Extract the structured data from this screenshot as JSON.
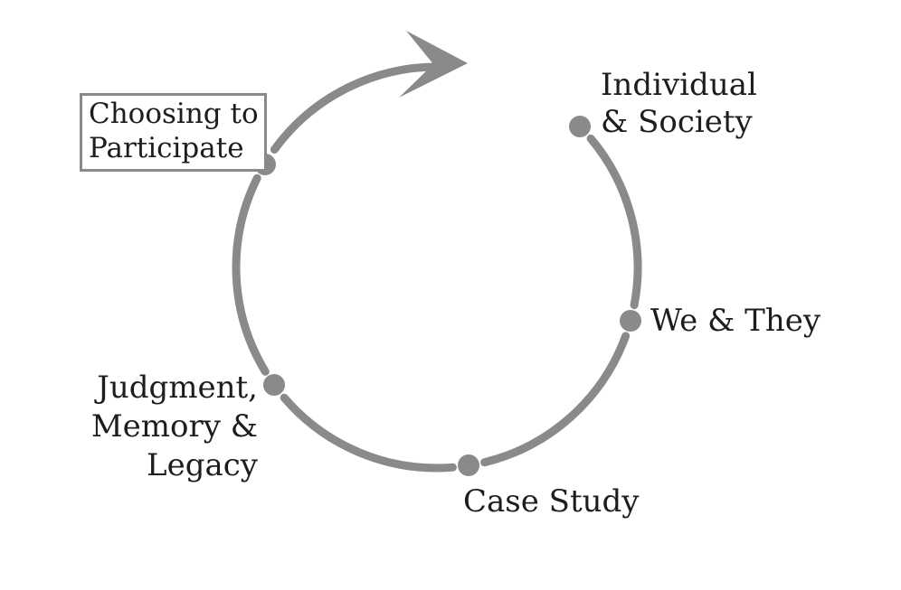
{
  "diagram": {
    "type": "cycle",
    "description_label": "circular-scope-and-sequence-cycle",
    "colors": {
      "arc": "#8a8a8a",
      "text": "#1d1d1d",
      "background": "#ffffff"
    },
    "nodes": [
      {
        "id": "choosing-to-participate",
        "boxed": true,
        "lines": [
          "Choosing to",
          "Participate"
        ]
      },
      {
        "id": "individual-and-society",
        "boxed": false,
        "lines": [
          "Individual",
          "& Society"
        ]
      },
      {
        "id": "we-and-they",
        "boxed": false,
        "lines": [
          "We & They"
        ]
      },
      {
        "id": "case-study",
        "boxed": false,
        "lines": [
          "Case Study"
        ]
      },
      {
        "id": "judgment-memory-legacy",
        "boxed": false,
        "lines": [
          "Judgment,",
          "Memory &",
          "Legacy"
        ]
      }
    ]
  }
}
